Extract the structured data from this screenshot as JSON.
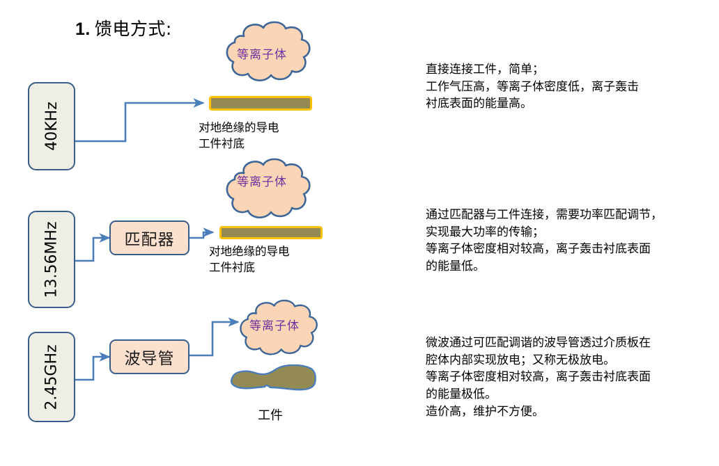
{
  "title": {
    "number": "1.",
    "text": "馈电方式:"
  },
  "colors": {
    "connector": "#4A7EBB",
    "box_border": "#385D8A",
    "freq_box_fill": "#EEEEE4",
    "proc_box_fill": "#FBE0CE",
    "cloud_fill": "#FBD5B5",
    "cloud_stroke": "#3D6698",
    "cloud_text": "#7030A0",
    "substrate_fill": "#948A54",
    "substrate_border": "#FFC000",
    "workpiece_fill": "#948A54",
    "workpiece_stroke": "#4A7EBB"
  },
  "rows": [
    {
      "id": "row-40khz",
      "source_label": "40KHz",
      "plasma_label": "等离子体",
      "substrate_caption": "对地绝缘的导电\n工件衬底",
      "note": "直接连接工件，简单；\n工作气压高，等离子体密度低，离子轰击\n衬底表面的能量高。"
    },
    {
      "id": "row-13mhz",
      "source_label": "13.56MHz",
      "process_label": "匹配器",
      "plasma_label": "等离子体",
      "substrate_caption": "对地绝缘的导电\n工件衬底",
      "note": "通过匹配器与工件连接，需要功率匹配调节，\n实现最大功率的传输；\n等离子体密度相对较高，离子轰击衬底表面\n的能量低。"
    },
    {
      "id": "row-245ghz",
      "source_label": "2.45GHz",
      "process_label": "波导管",
      "plasma_label": "等离子体",
      "workpiece_label": "工件",
      "note": "微波通过可匹配调谐的波导管透过介质板在\n腔体内部实现放电；又称无极放电。\n等离子体密度相对较高，离子轰击衬底表面\n的能量极低。\n造价高，维护不方便。"
    }
  ]
}
